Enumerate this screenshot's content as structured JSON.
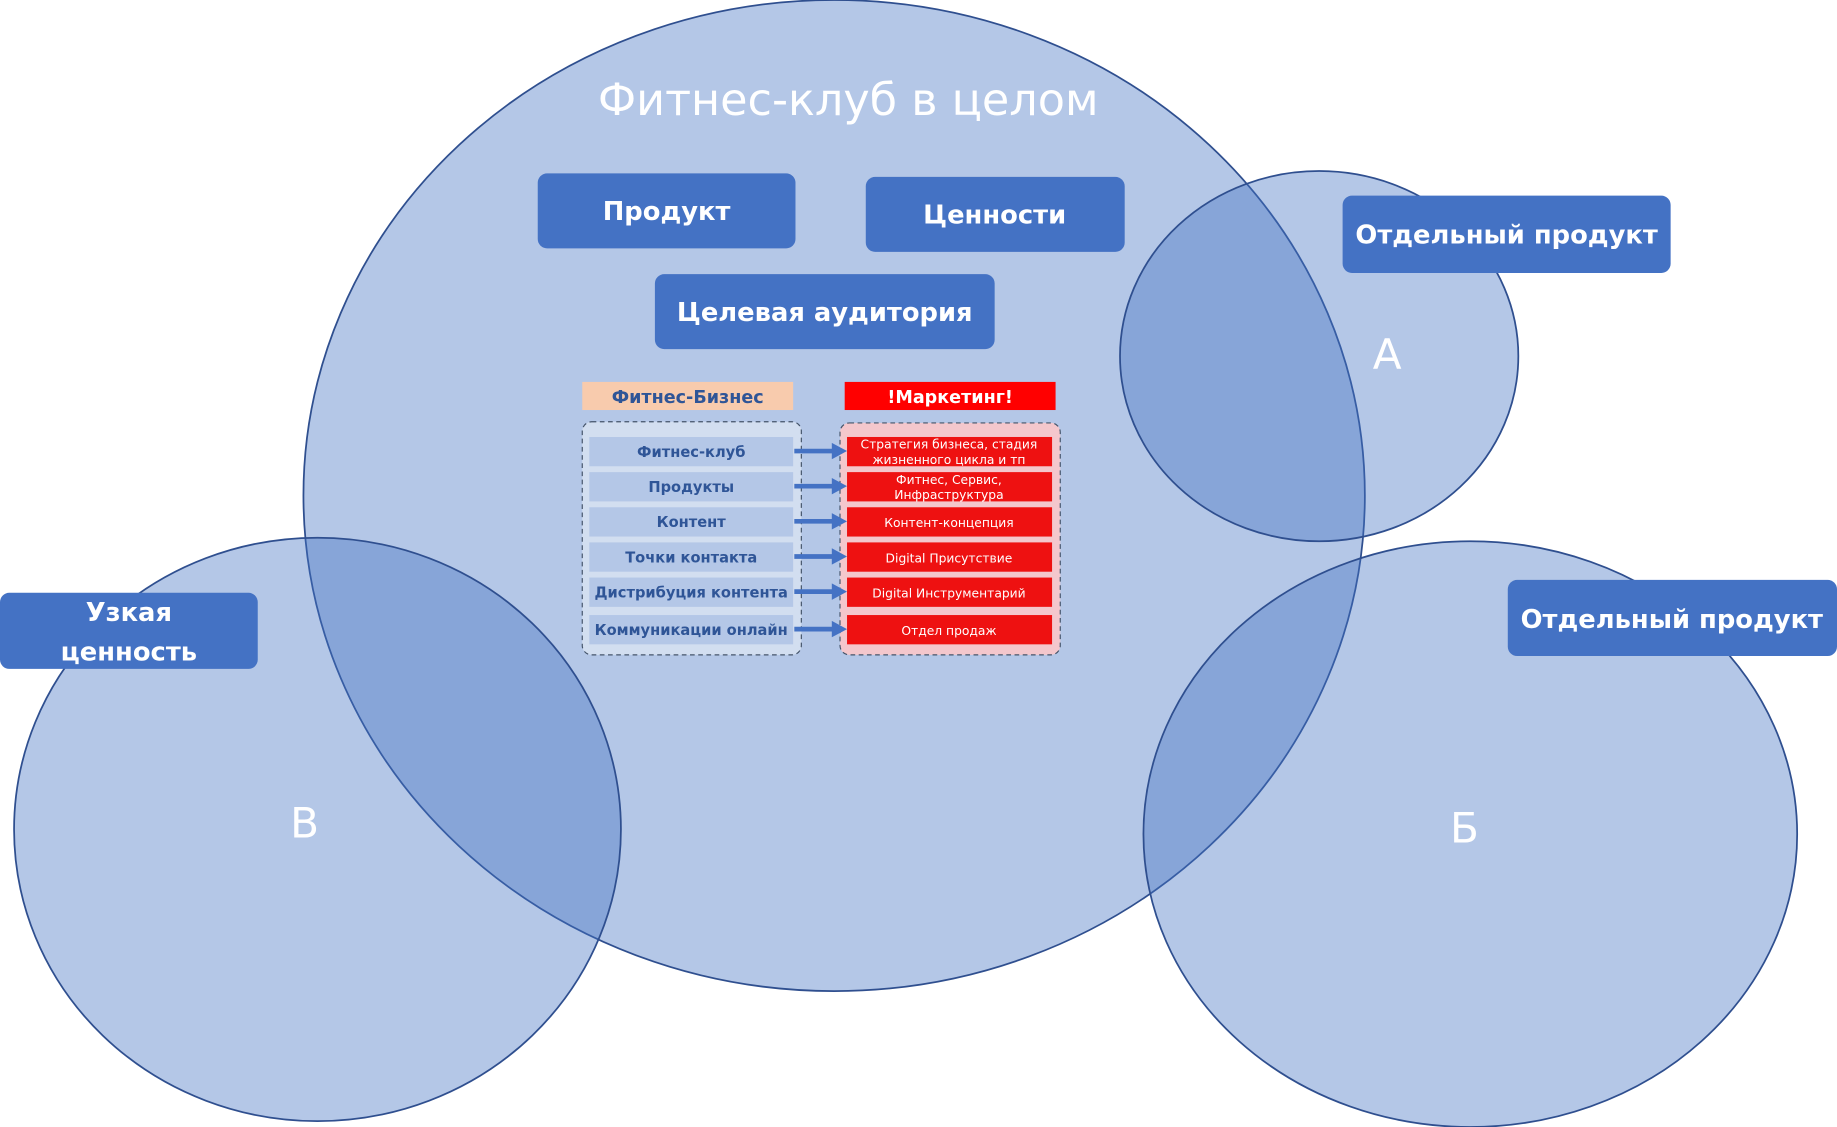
{
  "title": "Фитнес-клуб в целом",
  "boxes": {
    "product": "Продукт",
    "values": "Ценности",
    "audience": "Целевая аудитория",
    "separate1": "Отдельный продукт",
    "separate2": "Отдельный продукт",
    "narrow1": "Узкая",
    "narrow2": "ценность"
  },
  "letters": {
    "a": "А",
    "b": "Б",
    "v": "В"
  },
  "table": {
    "left_header": "Фитнес-Бизнес",
    "right_header": "!Маркетинг!",
    "left": [
      "Фитнес-клуб",
      "Продукты",
      "Контент",
      "Точки контакта",
      "Дистрибуция контента",
      "Коммуникации онлайн"
    ],
    "right": [
      [
        "Стратегия бизнеса, стадия",
        "жизненного цикла и тп"
      ],
      [
        "Фитнес, Сервис,",
        "Инфраструктура"
      ],
      [
        "Контент-концепция"
      ],
      [
        "Digital Присутствие"
      ],
      [
        "Digital Инструментарий"
      ],
      [
        "Отдел продаж"
      ]
    ]
  },
  "colors": {
    "circle": "#4472c4",
    "box": "#4472c4",
    "red": "#ee1111",
    "peach": "#f8cbad",
    "text_blue": "#2f5597"
  }
}
